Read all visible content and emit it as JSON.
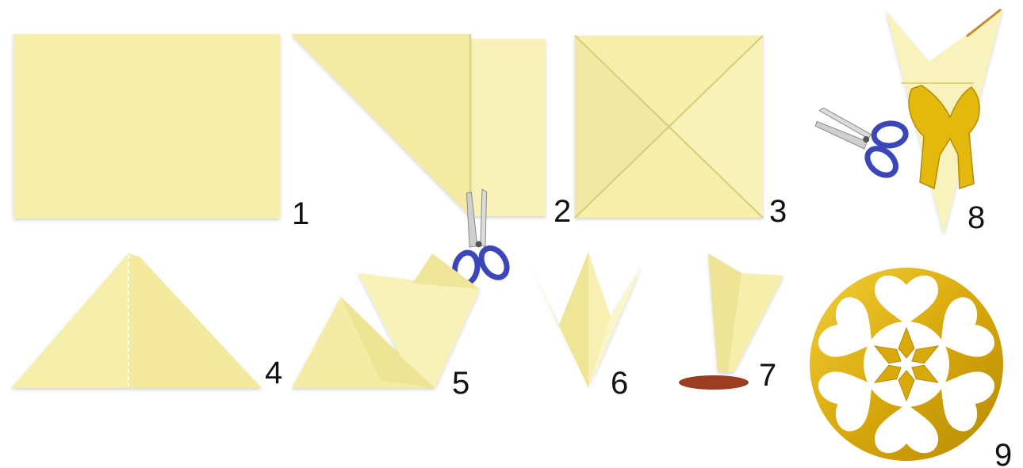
{
  "colors": {
    "paper": "#f6efab",
    "paper_light": "#fbf6c9",
    "paper_shade": "#e8df8c",
    "crease": "#d9cf7c",
    "cut_gold": "#e3b90e",
    "cut_gold_dark": "#b48b06",
    "scissor_handle": "#3b47b8",
    "scissor_blade": "#c9c9c9",
    "number": "#111111"
  },
  "steps": [
    {
      "id": 1,
      "label": "1"
    },
    {
      "id": 2,
      "label": "2",
      "icon": "scissors-icon"
    },
    {
      "id": 3,
      "label": "3"
    },
    {
      "id": 4,
      "label": "4"
    },
    {
      "id": 5,
      "label": "5"
    },
    {
      "id": 6,
      "label": "6"
    },
    {
      "id": 7,
      "label": "7"
    },
    {
      "id": 8,
      "label": "8",
      "icon": "scissors-icon"
    },
    {
      "id": 9,
      "label": "9"
    }
  ]
}
